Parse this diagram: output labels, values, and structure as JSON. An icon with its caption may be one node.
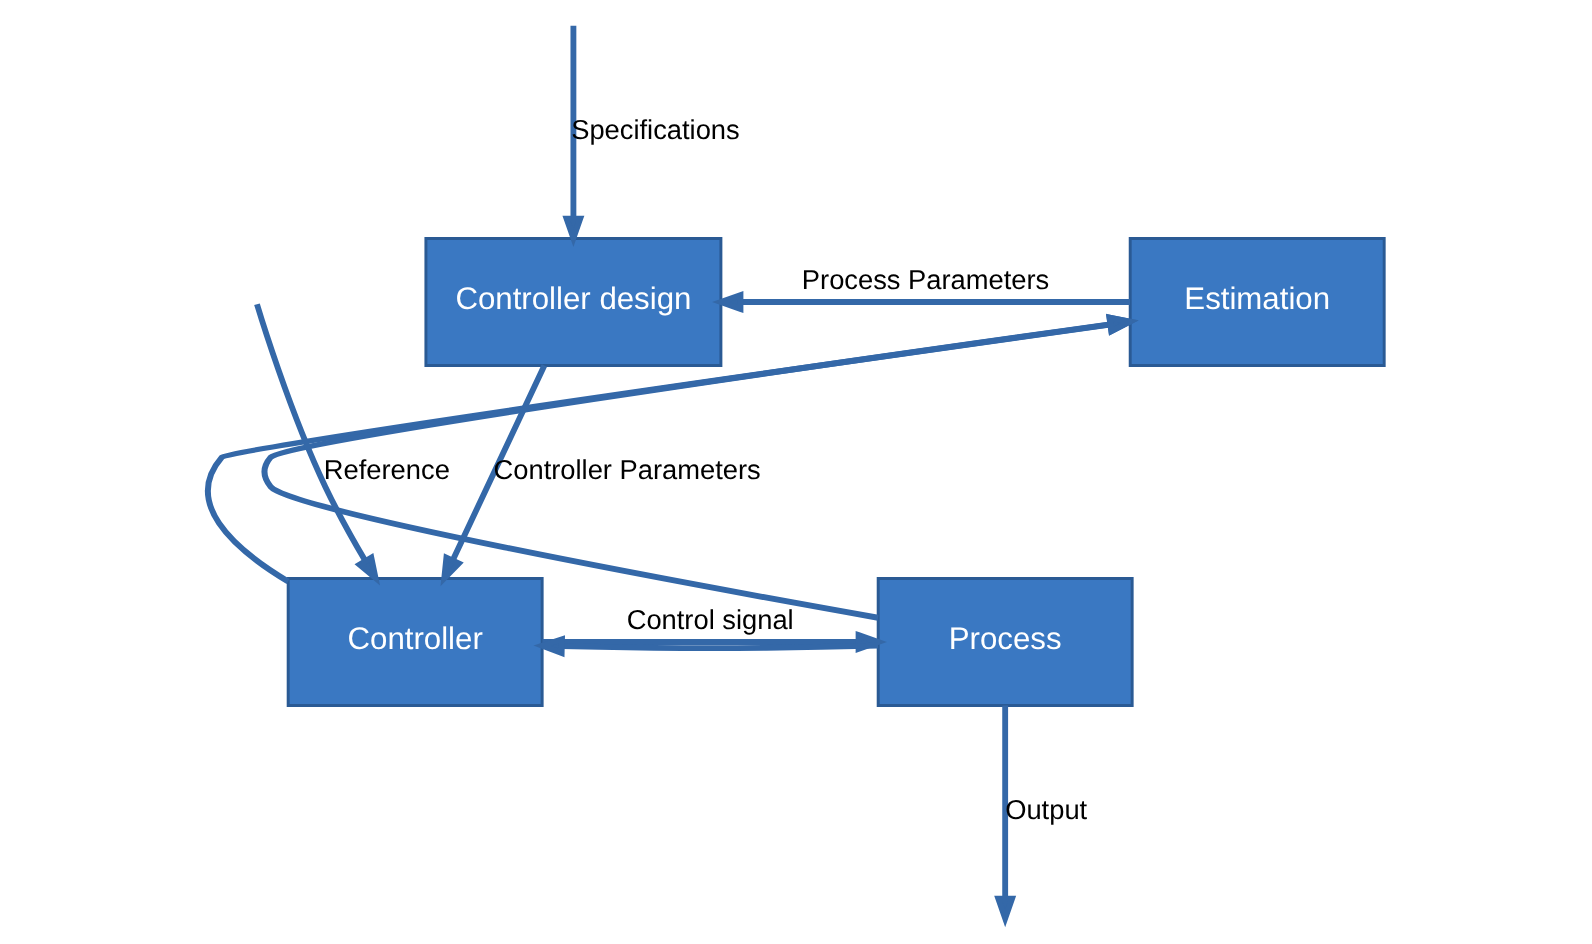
{
  "diagram": {
    "nodes": [
      {
        "text": [
          "Controller design"
        ]
      },
      {
        "text": [
          "Estimation"
        ]
      },
      {
        "text": [
          "Controller"
        ]
      },
      {
        "text": [
          "Process"
        ]
      }
    ],
    "edges": [
      {
        "from": null,
        "to": 0,
        "arrow": "to",
        "label": "Specifications"
      },
      {
        "from": 1,
        "to": 0,
        "arrow": "to",
        "label": "Process Parameters"
      },
      {
        "from": 0,
        "to": 2,
        "arrow": "to",
        "label": "Controller Parameters"
      },
      {
        "from": null,
        "to": 2,
        "arrow": "to",
        "label": "Reference"
      },
      {
        "from": 2,
        "to": 3,
        "arrow": "to",
        "label": "Control signal"
      },
      {
        "from": 2,
        "to": 1,
        "arrow": "to"
      },
      {
        "from": 3,
        "to": null,
        "arrow": "to",
        "label": "Output"
      },
      {
        "from": 3,
        "to": 1,
        "arrow": "to"
      },
      {
        "from": 3,
        "to": 2,
        "arrow": "to"
      }
    ]
  }
}
